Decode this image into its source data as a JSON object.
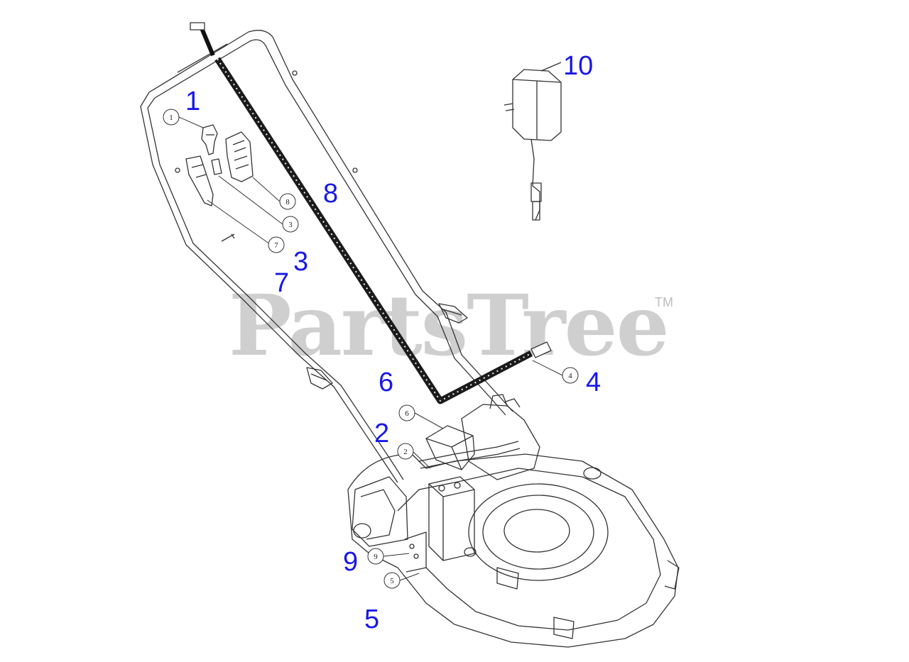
{
  "watermark": {
    "text": "PartsTree",
    "tm": "TM"
  },
  "callouts": [
    {
      "id": "1",
      "label": "1"
    },
    {
      "id": "2",
      "label": "2"
    },
    {
      "id": "3",
      "label": "3"
    },
    {
      "id": "4",
      "label": "4"
    },
    {
      "id": "5",
      "label": "5"
    },
    {
      "id": "6",
      "label": "6"
    },
    {
      "id": "7",
      "label": "7"
    },
    {
      "id": "8",
      "label": "8"
    },
    {
      "id": "9",
      "label": "9"
    }
  ],
  "part_numbers": {
    "n1": "1",
    "n2": "2",
    "n3": "3",
    "n4": "4",
    "n5": "5",
    "n6": "6",
    "n7": "7",
    "n8": "8",
    "n9": "9",
    "n10": "10"
  },
  "colors": {
    "part_number": "#1818e8",
    "line_art": "#333333",
    "watermark": "#cfcfcf"
  }
}
